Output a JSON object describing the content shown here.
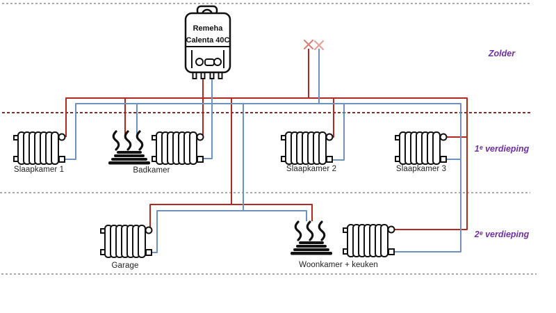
{
  "boiler": {
    "line1": "Remeha",
    "line2": "Calenta 40C"
  },
  "floors": {
    "zolder": "Zolder",
    "verdieping1": "1ᵉ verdieping",
    "verdieping2": "2ᵉ verdieping"
  },
  "rooms": {
    "slaapkamer1": "Slaapkamer 1",
    "badkamer": "Badkamer",
    "slaapkamer2": "Slaapkamer 2",
    "slaapkamer3": "Slaapkamer 3",
    "garage": "Garage",
    "woonkamer": "Woonkamer + keuken"
  },
  "colors": {
    "supply": "#b4281f",
    "retour": "#6e92bd",
    "floor_divider": "#7d2f2c",
    "section_divider": "#ababab",
    "floor_label": "#7030a0",
    "component": "#111111"
  },
  "icons": {
    "boiler": "boiler-icon",
    "radiator": "radiator-icon",
    "floor_heating": "floor-heating-icon",
    "capped_pipe": "capped-pipe-x-icon"
  }
}
